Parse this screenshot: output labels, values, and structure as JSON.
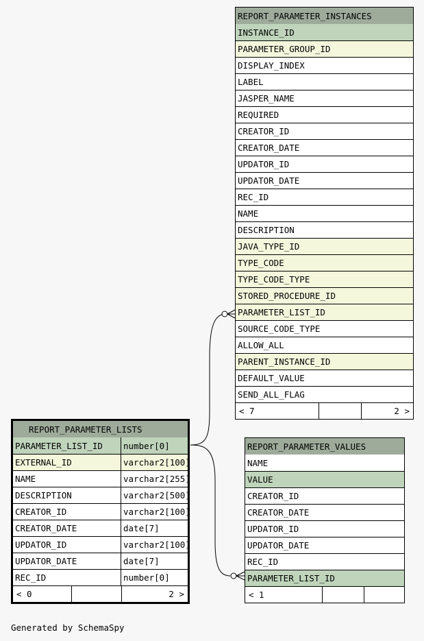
{
  "tables": {
    "instances": {
      "name": "REPORT_PARAMETER_INSTANCES",
      "columns": [
        {
          "name": "INSTANCE_ID",
          "kind": "pk"
        },
        {
          "name": "PARAMETER_GROUP_ID",
          "kind": "fk"
        },
        {
          "name": "DISPLAY_INDEX",
          "kind": ""
        },
        {
          "name": "LABEL",
          "kind": ""
        },
        {
          "name": "JASPER_NAME",
          "kind": ""
        },
        {
          "name": "REQUIRED",
          "kind": ""
        },
        {
          "name": "CREATOR_ID",
          "kind": ""
        },
        {
          "name": "CREATOR_DATE",
          "kind": ""
        },
        {
          "name": "UPDATOR_ID",
          "kind": ""
        },
        {
          "name": "UPDATOR_DATE",
          "kind": ""
        },
        {
          "name": "REC_ID",
          "kind": ""
        },
        {
          "name": "NAME",
          "kind": ""
        },
        {
          "name": "DESCRIPTION",
          "kind": ""
        },
        {
          "name": "JAVA_TYPE_ID",
          "kind": "fk"
        },
        {
          "name": "TYPE_CODE",
          "kind": "fk"
        },
        {
          "name": "TYPE_CODE_TYPE",
          "kind": "fk"
        },
        {
          "name": "STORED_PROCEDURE_ID",
          "kind": "fk"
        },
        {
          "name": "PARAMETER_LIST_ID",
          "kind": "fk"
        },
        {
          "name": "SOURCE_CODE_TYPE",
          "kind": ""
        },
        {
          "name": "ALLOW_ALL",
          "kind": ""
        },
        {
          "name": "PARENT_INSTANCE_ID",
          "kind": "fk"
        },
        {
          "name": "DEFAULT_VALUE",
          "kind": ""
        },
        {
          "name": "SEND_ALL_FLAG",
          "kind": ""
        }
      ],
      "footer": {
        "parents": "< 7",
        "rows": "",
        "children": "2 >"
      }
    },
    "lists": {
      "name": "REPORT_PARAMETER_LISTS",
      "columns": [
        {
          "name": "PARAMETER_LIST_ID",
          "type": "number[0]",
          "kind": "pk"
        },
        {
          "name": "EXTERNAL_ID",
          "type": "varchar2[100]",
          "kind": "fk"
        },
        {
          "name": "NAME",
          "type": "varchar2[255]",
          "kind": ""
        },
        {
          "name": "DESCRIPTION",
          "type": "varchar2[500]",
          "kind": ""
        },
        {
          "name": "CREATOR_ID",
          "type": "varchar2[100]",
          "kind": ""
        },
        {
          "name": "CREATOR_DATE",
          "type": "date[7]",
          "kind": ""
        },
        {
          "name": "UPDATOR_ID",
          "type": "varchar2[100]",
          "kind": ""
        },
        {
          "name": "UPDATOR_DATE",
          "type": "date[7]",
          "kind": ""
        },
        {
          "name": "REC_ID",
          "type": "number[0]",
          "kind": ""
        }
      ],
      "footer": {
        "parents": "< 0",
        "rows": "",
        "children": "2 >"
      }
    },
    "values": {
      "name": "REPORT_PARAMETER_VALUES",
      "columns": [
        {
          "name": "NAME",
          "kind": ""
        },
        {
          "name": "VALUE",
          "kind": "pk"
        },
        {
          "name": "CREATOR_ID",
          "kind": ""
        },
        {
          "name": "CREATOR_DATE",
          "kind": ""
        },
        {
          "name": "UPDATOR_ID",
          "kind": ""
        },
        {
          "name": "UPDATOR_DATE",
          "kind": ""
        },
        {
          "name": "REC_ID",
          "kind": ""
        },
        {
          "name": "PARAMETER_LIST_ID",
          "kind": "pk"
        }
      ],
      "footer": {
        "parents": "< 1",
        "rows": "",
        "children": ""
      }
    }
  },
  "footer_text": "Generated by SchemaSpy"
}
